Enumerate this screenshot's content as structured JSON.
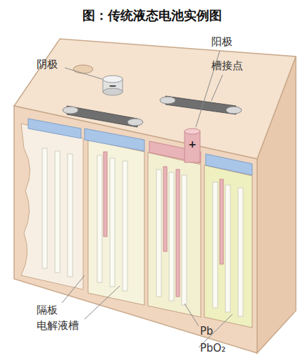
{
  "diagram": {
    "title": "图：传统液态电池实例图",
    "labels": [
      "阴极",
      "−",
      "阳极",
      "槽接点",
      "+",
      "隔板",
      "电解液槽",
      "Pb",
      "PbO₂"
    ]
  }
}
